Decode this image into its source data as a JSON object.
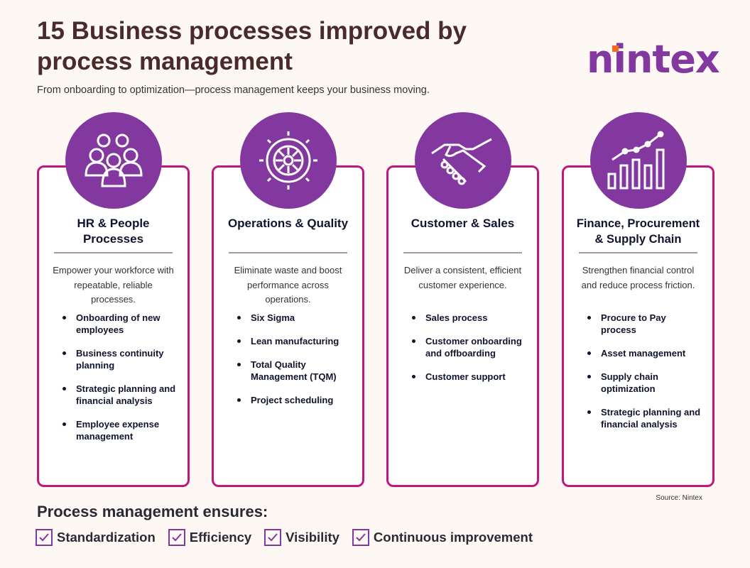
{
  "header": {
    "title": "15 Business processes improved by process management",
    "subtitle": "From onboarding to optimization—process management keeps your business moving.",
    "logo": "nintex"
  },
  "colors": {
    "accent": "#8338a0",
    "border": "#c2157d",
    "title": "#4a2a2a",
    "background": "#fdf8f3"
  },
  "cards": [
    {
      "icon": "people-group-icon",
      "title": "HR & People Processes",
      "description": "Empower your workforce with repeatable, reliable processes.",
      "items": [
        "Onboarding of new employees",
        "Business continuity planning",
        "Strategic planning and financial analysis",
        "Employee expense management"
      ]
    },
    {
      "icon": "gear-icon",
      "title": "Operations & Quality",
      "description": "Eliminate waste and boost performance across operations.",
      "items": [
        "Six Sigma",
        "Lean manufacturing",
        "Total Quality Management (TQM)",
        "Project scheduling"
      ]
    },
    {
      "icon": "handshake-icon",
      "title": "Customer & Sales",
      "description": "Deliver a consistent, efficient customer experience.",
      "items": [
        "Sales process",
        "Customer onboarding and offboarding",
        "Customer support"
      ]
    },
    {
      "icon": "bar-chart-trend-icon",
      "title": "Finance, Procurement & Supply Chain",
      "description": "Strengthen financial control and reduce process friction.",
      "items": [
        "Procure to Pay process",
        "Asset management",
        "Supply chain optimization",
        "Strategic planning and financial analysis"
      ]
    }
  ],
  "source": "Source: Nintex",
  "ensures": {
    "title": "Process management ensures:",
    "items": [
      "Standardization",
      "Efficiency",
      "Visibility",
      "Continuous improvement"
    ]
  }
}
